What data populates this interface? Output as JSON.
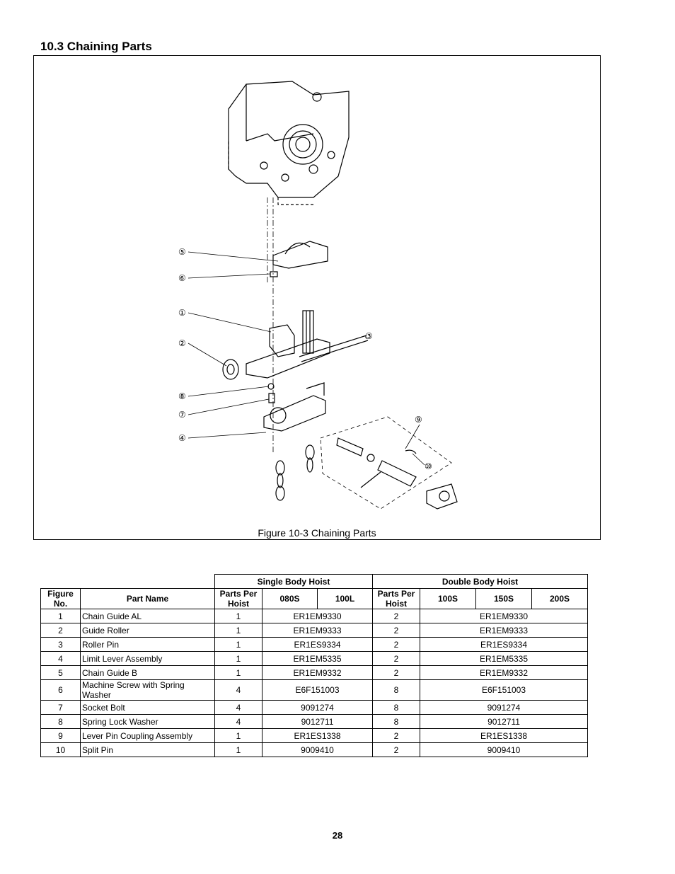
{
  "section_title": "10.3 Chaining Parts",
  "figure": {
    "caption": "Figure 10-3 Chaining Parts",
    "callouts": [
      "⑤",
      "⑥",
      "①",
      "②",
      "③",
      "⑧",
      "⑦",
      "④",
      "⑨",
      "⑩"
    ]
  },
  "table": {
    "group_single": "Single Body Hoist",
    "group_double": "Double Body Hoist",
    "col_figure_no": "Figure No.",
    "col_part_name": "Part Name",
    "col_parts_per_hoist": "Parts Per Hoist",
    "col_080s": "080S",
    "col_100l": "100L",
    "col_parts_per_hoist_2": "Parts Per Hoist",
    "col_100s": "100S",
    "col_150s": "150S",
    "col_200s": "200S",
    "rows": [
      {
        "no": "1",
        "name": "Chain Guide AL",
        "single_qty": "1",
        "single_part": "ER1EM9330",
        "double_qty": "2",
        "double_part": "ER1EM9330"
      },
      {
        "no": "2",
        "name": "Guide Roller",
        "single_qty": "1",
        "single_part": "ER1EM9333",
        "double_qty": "2",
        "double_part": "ER1EM9333"
      },
      {
        "no": "3",
        "name": "Roller Pin",
        "single_qty": "1",
        "single_part": "ER1ES9334",
        "double_qty": "2",
        "double_part": "ER1ES9334"
      },
      {
        "no": "4",
        "name": "Limit Lever Assembly",
        "single_qty": "1",
        "single_part": "ER1EM5335",
        "double_qty": "2",
        "double_part": "ER1EM5335"
      },
      {
        "no": "5",
        "name": "Chain Guide B",
        "single_qty": "1",
        "single_part": "ER1EM9332",
        "double_qty": "2",
        "double_part": "ER1EM9332"
      },
      {
        "no": "6",
        "name": "Machine Screw with Spring Washer",
        "single_qty": "4",
        "single_part": "E6F151003",
        "double_qty": "8",
        "double_part": "E6F151003"
      },
      {
        "no": "7",
        "name": "Socket Bolt",
        "single_qty": "4",
        "single_part": "9091274",
        "double_qty": "8",
        "double_part": "9091274"
      },
      {
        "no": "8",
        "name": "Spring Lock Washer",
        "single_qty": "4",
        "single_part": "9012711",
        "double_qty": "8",
        "double_part": "9012711"
      },
      {
        "no": "9",
        "name": "Lever Pin Coupling Assembly",
        "single_qty": "1",
        "single_part": "ER1ES1338",
        "double_qty": "2",
        "double_part": "ER1ES1338"
      },
      {
        "no": "10",
        "name": "Split Pin",
        "single_qty": "1",
        "single_part": "9009410",
        "double_qty": "2",
        "double_part": "9009410"
      }
    ]
  },
  "page_number": "28"
}
